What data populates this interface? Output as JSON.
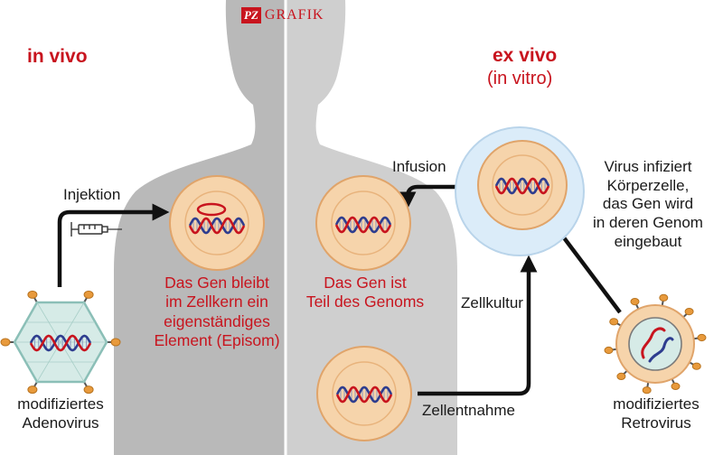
{
  "logo": {
    "badge": "PZ",
    "text": "GRAFIK"
  },
  "colors": {
    "accent_red": "#c8141e",
    "body_gray_left": "#b9b9b9",
    "body_gray_right": "#cfcfcf",
    "cell_fill": "#f6d4ab",
    "cell_outline": "#e0a46a",
    "culture_halo": "#dbecf9",
    "virus_fill": "#d6ebe7",
    "dna_red": "#c8141e",
    "dna_blue": "#2e3d8f"
  },
  "left": {
    "heading": "in vivo",
    "injection_label": "Injektion",
    "cell_caption": [
      "Das Gen bleibt",
      "im Zellkern ein",
      "eigenständiges",
      "Element (Episom)"
    ],
    "virus_caption": [
      "modifiziertes",
      "Adenovirus"
    ]
  },
  "right": {
    "heading": "ex vivo",
    "subheading": "(in vitro)",
    "infusion_label": "Infusion",
    "cell_caption": [
      "Das Gen ist",
      "Teil des Genoms"
    ],
    "virus_note": [
      "Virus infiziert",
      "Körperzelle,",
      "das Gen wird",
      "in deren Genom",
      "eingebaut"
    ],
    "culture_label": "Zellkultur",
    "extraction_label": "Zellentnahme",
    "virus_caption": [
      "modifiziertes",
      "Retrovirus"
    ]
  }
}
